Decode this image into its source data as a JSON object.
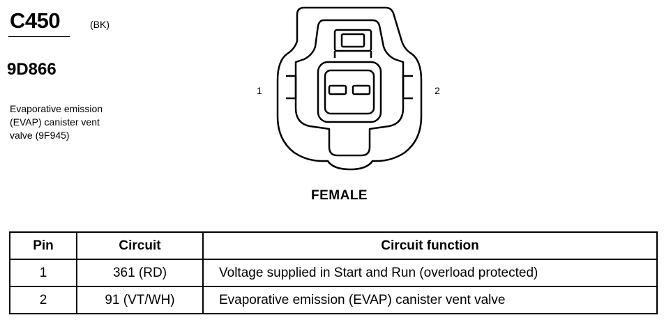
{
  "connector": {
    "id": "C450",
    "color": "(BK)"
  },
  "component": {
    "part_number": "9D866",
    "description_lines": [
      "Evaporative emission",
      "(EVAP) canister vent",
      "valve (9F945)"
    ]
  },
  "diagram": {
    "pin_labels": [
      "1",
      "2"
    ],
    "gender": "FEMALE"
  },
  "table": {
    "headers": [
      "Pin",
      "Circuit",
      "Circuit function"
    ],
    "rows": [
      {
        "pin": "1",
        "circuit": "361 (RD)",
        "function": "Voltage supplied in Start and Run (overload protected)"
      },
      {
        "pin": "2",
        "circuit": "91 (VT/WH)",
        "function": "Evaporative emission (EVAP) canister vent valve"
      }
    ]
  }
}
